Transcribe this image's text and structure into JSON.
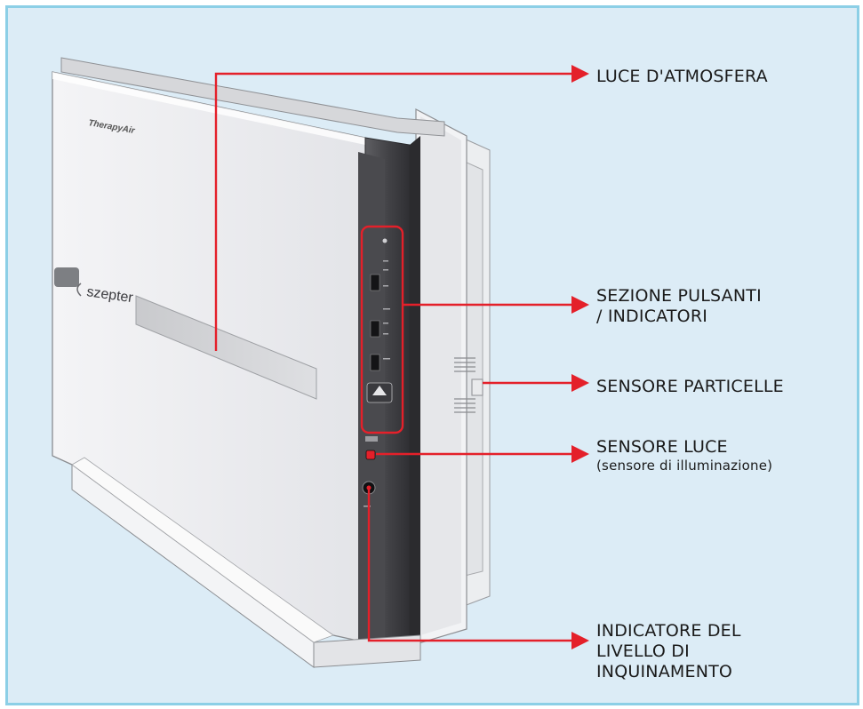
{
  "brand": {
    "logo_top": "TherapyAir",
    "logo_main": "szepter"
  },
  "colors": {
    "accent": "#e4202a",
    "frame": "#8ccfe6",
    "background": "#dcecf6"
  },
  "labels": {
    "ambient_light": [
      "LUCE D'ATMOSFERA"
    ],
    "buttons": [
      "SEZIONE PULSANTI",
      "/ INDICATORI"
    ],
    "particle_sensor": [
      "SENSORE PARTICELLE"
    ],
    "light_sensor": [
      "SENSORE LUCE"
    ],
    "light_sensor_sub": "(sensore di illuminazione)",
    "pollution": [
      "INDICATORE DEL",
      "LIVELLO DI",
      "INQUINAMENTO"
    ]
  }
}
